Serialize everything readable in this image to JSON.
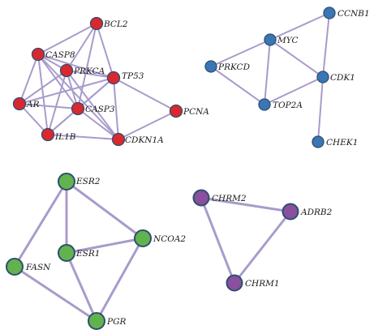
{
  "colors": {
    "edge": "#a99bcb",
    "cluster_red": "#d9282e",
    "cluster_blue": "#3a76b4",
    "cluster_green": "#62b34f",
    "cluster_purple": "#8a4f9e",
    "node_stroke": "#2d4f6e"
  },
  "clusters": [
    {
      "id": "red",
      "color_key": "cluster_red",
      "nodes": [
        {
          "id": "BCL2",
          "label": "BCL2"
        },
        {
          "id": "CASP8",
          "label": "CASP8"
        },
        {
          "id": "PRKCA",
          "label": "PRKCA"
        },
        {
          "id": "TP53",
          "label": "TP53"
        },
        {
          "id": "AR",
          "label": "AR"
        },
        {
          "id": "CASP3",
          "label": "CASP3"
        },
        {
          "id": "PCNA",
          "label": "PCNA"
        },
        {
          "id": "IL1B",
          "label": "IL1B"
        },
        {
          "id": "CDKN1A",
          "label": "CDKN1A"
        }
      ],
      "edges": [
        [
          "BCL2",
          "CASP8"
        ],
        [
          "BCL2",
          "PRKCA"
        ],
        [
          "BCL2",
          "TP53"
        ],
        [
          "BCL2",
          "CASP3"
        ],
        [
          "CASP8",
          "PRKCA"
        ],
        [
          "CASP8",
          "TP53"
        ],
        [
          "CASP8",
          "AR"
        ],
        [
          "CASP8",
          "CASP3"
        ],
        [
          "CASP8",
          "IL1B"
        ],
        [
          "CASP8",
          "CDKN1A"
        ],
        [
          "PRKCA",
          "TP53"
        ],
        [
          "PRKCA",
          "AR"
        ],
        [
          "PRKCA",
          "CASP3"
        ],
        [
          "PRKCA",
          "IL1B"
        ],
        [
          "PRKCA",
          "CDKN1A"
        ],
        [
          "TP53",
          "AR"
        ],
        [
          "TP53",
          "CASP3"
        ],
        [
          "TP53",
          "PCNA"
        ],
        [
          "TP53",
          "CDKN1A"
        ],
        [
          "TP53",
          "IL1B"
        ],
        [
          "AR",
          "CASP3"
        ],
        [
          "AR",
          "IL1B"
        ],
        [
          "CASP3",
          "CDKN1A"
        ],
        [
          "CASP3",
          "IL1B"
        ],
        [
          "PCNA",
          "CDKN1A"
        ],
        [
          "IL1B",
          "CDKN1A"
        ]
      ]
    },
    {
      "id": "blue",
      "color_key": "cluster_blue",
      "nodes": [
        {
          "id": "CCNB1",
          "label": "CCNB1"
        },
        {
          "id": "MYC",
          "label": "MYC"
        },
        {
          "id": "PRKCD",
          "label": "PRKCD"
        },
        {
          "id": "CDK1",
          "label": "CDK1"
        },
        {
          "id": "TOP2A",
          "label": "TOP2A"
        },
        {
          "id": "CHEK1",
          "label": "CHEK1"
        }
      ],
      "edges": [
        [
          "CCNB1",
          "MYC"
        ],
        [
          "CCNB1",
          "CDK1"
        ],
        [
          "MYC",
          "PRKCD"
        ],
        [
          "MYC",
          "CDK1"
        ],
        [
          "MYC",
          "TOP2A"
        ],
        [
          "PRKCD",
          "TOP2A"
        ],
        [
          "CDK1",
          "TOP2A"
        ],
        [
          "CDK1",
          "CHEK1"
        ]
      ]
    },
    {
      "id": "green",
      "color_key": "cluster_green",
      "nodes": [
        {
          "id": "ESR2",
          "label": "ESR2"
        },
        {
          "id": "NCOA2",
          "label": "NCOA2"
        },
        {
          "id": "ESR1",
          "label": "ESR1"
        },
        {
          "id": "FASN",
          "label": "FASN"
        },
        {
          "id": "PGR",
          "label": "PGR"
        }
      ],
      "edges": [
        [
          "ESR2",
          "NCOA2"
        ],
        [
          "ESR2",
          "ESR1"
        ],
        [
          "ESR2",
          "FASN"
        ],
        [
          "NCOA2",
          "ESR1"
        ],
        [
          "NCOA2",
          "PGR"
        ],
        [
          "ESR1",
          "PGR"
        ],
        [
          "FASN",
          "PGR"
        ]
      ]
    },
    {
      "id": "purple",
      "color_key": "cluster_purple",
      "nodes": [
        {
          "id": "CHRM2",
          "label": "CHRM2"
        },
        {
          "id": "ADRB2",
          "label": "ADRB2"
        },
        {
          "id": "CHRM1",
          "label": "CHRM1"
        }
      ],
      "edges": [
        [
          "CHRM2",
          "ADRB2"
        ],
        [
          "CHRM2",
          "CHRM1"
        ],
        [
          "ADRB2",
          "CHRM1"
        ]
      ]
    }
  ]
}
